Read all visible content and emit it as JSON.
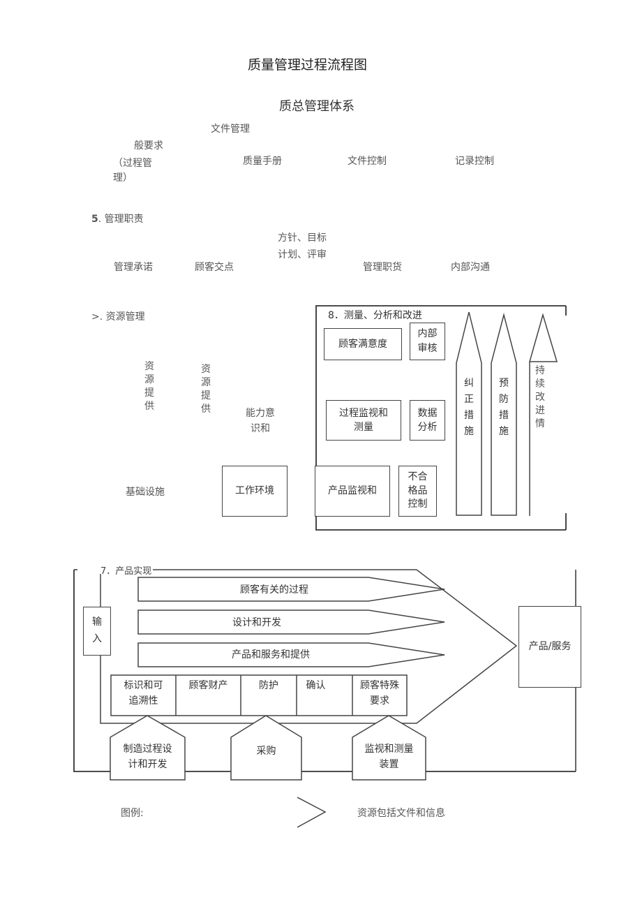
{
  "title": "质量管理过程流程图",
  "subtitle": "质总管理体系",
  "section4": {
    "doc_mgmt": "文件管理",
    "general_req": "般要求",
    "process_mgmt": "（过程管\n理）",
    "items": [
      "质量手册",
      "文件控制",
      "记录控制"
    ]
  },
  "section5": {
    "heading_num": "5",
    "heading_text": ". 管理职责",
    "policy": "方针、目标\n计划、评审",
    "items": [
      "管理承诺",
      "顾客交点",
      "管理职货",
      "内部沟通"
    ]
  },
  "section6": {
    "heading": ">. 资源管理",
    "resource1": "资\n源\n提\n供",
    "resource2": "资\n源\n提\n供",
    "competence": "能力意\n识和",
    "infrastructure": "基础设施",
    "work_env": "工作环境"
  },
  "section8": {
    "heading": "8．测量、分析和改进",
    "customer_satisfaction": "顾客满意度",
    "internal_audit": "内部\n审核",
    "process_monitoring": "过程监视和\n测量",
    "data_analysis": "数据\n分析",
    "product_monitoring": "产品监视和",
    "nonconforming": "不合\n格品\n控制",
    "corrective": "纠\n正\n措\n施",
    "preventive": "预\n防\n措\n施",
    "continual": "持\n续\n改\n进\n情"
  },
  "section7": {
    "heading": "7．产品实现",
    "input": "输\n入",
    "arrows": [
      "顾客有关的过程",
      "设计和开发",
      "产品和服务和提供"
    ],
    "support": [
      "标识和可\n追溯性",
      "顾客财产",
      "防护",
      "确认",
      "顾客特殊\n要求"
    ],
    "output": "产品/服务",
    "resources": [
      "制造过程设\n计和开发",
      "采购",
      "监视和测量\n装置"
    ]
  },
  "legend": {
    "label": "图例:",
    "description": "资源包括文件和信息"
  }
}
